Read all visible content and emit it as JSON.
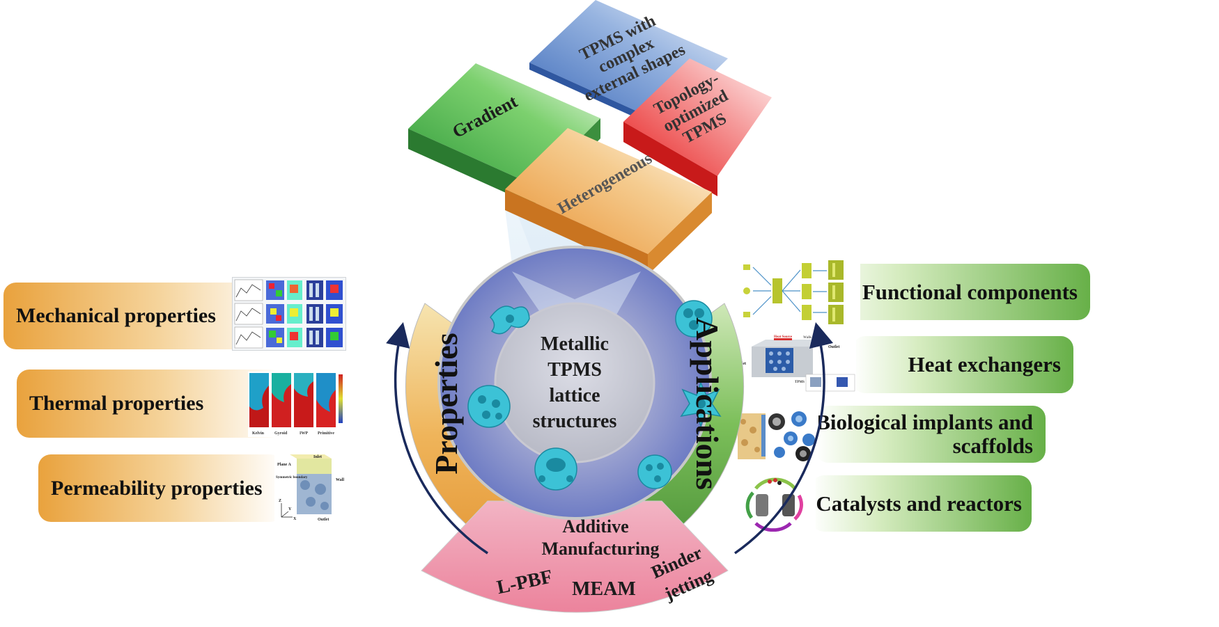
{
  "center": {
    "lines": [
      "Metallic",
      "TPMS",
      "lattice",
      "structures"
    ]
  },
  "ring": {
    "properties_label": "Properties",
    "applications_label": "Applications",
    "am_title_lines": [
      "Additive",
      "Manufacturing"
    ],
    "am_methods": {
      "lpbf": "L-PBF",
      "meam": "MEAM",
      "binder_lines": [
        "Binder",
        "jetting"
      ]
    }
  },
  "tiles": {
    "gradient": "Gradient",
    "complex_lines": [
      "TPMS with",
      "complex",
      "external shapes"
    ],
    "topology_lines": [
      "Topology-",
      "optimized",
      "TPMS"
    ],
    "heterogeneous": "Heterogeneous"
  },
  "properties": [
    {
      "label": "Mechanical properties"
    },
    {
      "label": "Thermal properties"
    },
    {
      "label": "Permeability properties"
    }
  ],
  "applications": [
    {
      "lines": [
        "Functional components"
      ]
    },
    {
      "lines": [
        "Heat exchangers"
      ]
    },
    {
      "lines": [
        "Biological implants and",
        "scaffolds"
      ]
    },
    {
      "lines": [
        "Catalysts and reactors"
      ]
    }
  ],
  "thumbs": {
    "thermal_captions": [
      "Kelvin",
      "Gyroid",
      "IWP",
      "Primitive"
    ],
    "permeability_labels": {
      "inlet": "Inlet",
      "plane": "Plane A",
      "symmetry": "Symmetric boundary",
      "wall": "Wall",
      "outlet": "Outlet",
      "axes": [
        "Z",
        "Y",
        "X"
      ]
    },
    "heat_labels": {
      "source": "Heat Source",
      "walls": "Walls",
      "outlet": "Outlet",
      "inlet": "Inlet",
      "tpms": "TPMS"
    }
  },
  "colors": {
    "gradient_tile": "#3fae4a",
    "complex_tile": "#4a78c0",
    "topology_tile": "#e8302f",
    "heterogeneous_tile": "#e8a24a",
    "properties_band": "#e9a74a",
    "applications_band": "#5aa24a",
    "am_band": "#ef8fa6",
    "center_disc": "#8f98c8",
    "lattice": "#3fc6d6",
    "arrow": "#1a2a5c"
  }
}
